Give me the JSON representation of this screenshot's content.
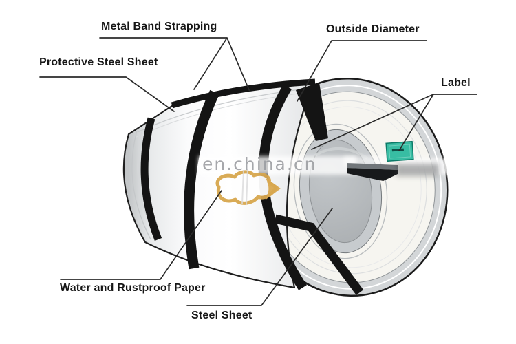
{
  "diagram": {
    "type": "steel-coil-packaging-diagram",
    "callouts": {
      "metal_band_strapping": "Metal Band Strapping",
      "protective_steel_sheet": "Protective Steel Sheet",
      "outside_diameter": "Outside Diameter",
      "label": "Label",
      "water_rustproof_paper": "Water and Rustproof Paper",
      "steel_sheet": "Steel Sheet"
    },
    "watermark": {
      "text": "en.china.cn"
    },
    "colors": {
      "strap": "#141414",
      "sticker": "#38bda3",
      "sticker_border": "#0d7a68",
      "logo_gold": "#d8a74e",
      "face": "#f6f5f0",
      "ring": "#d3d6d8",
      "core": "#c7cbce",
      "hole": "#b2b6b9",
      "watermark_text": "#9a9ca0"
    }
  }
}
